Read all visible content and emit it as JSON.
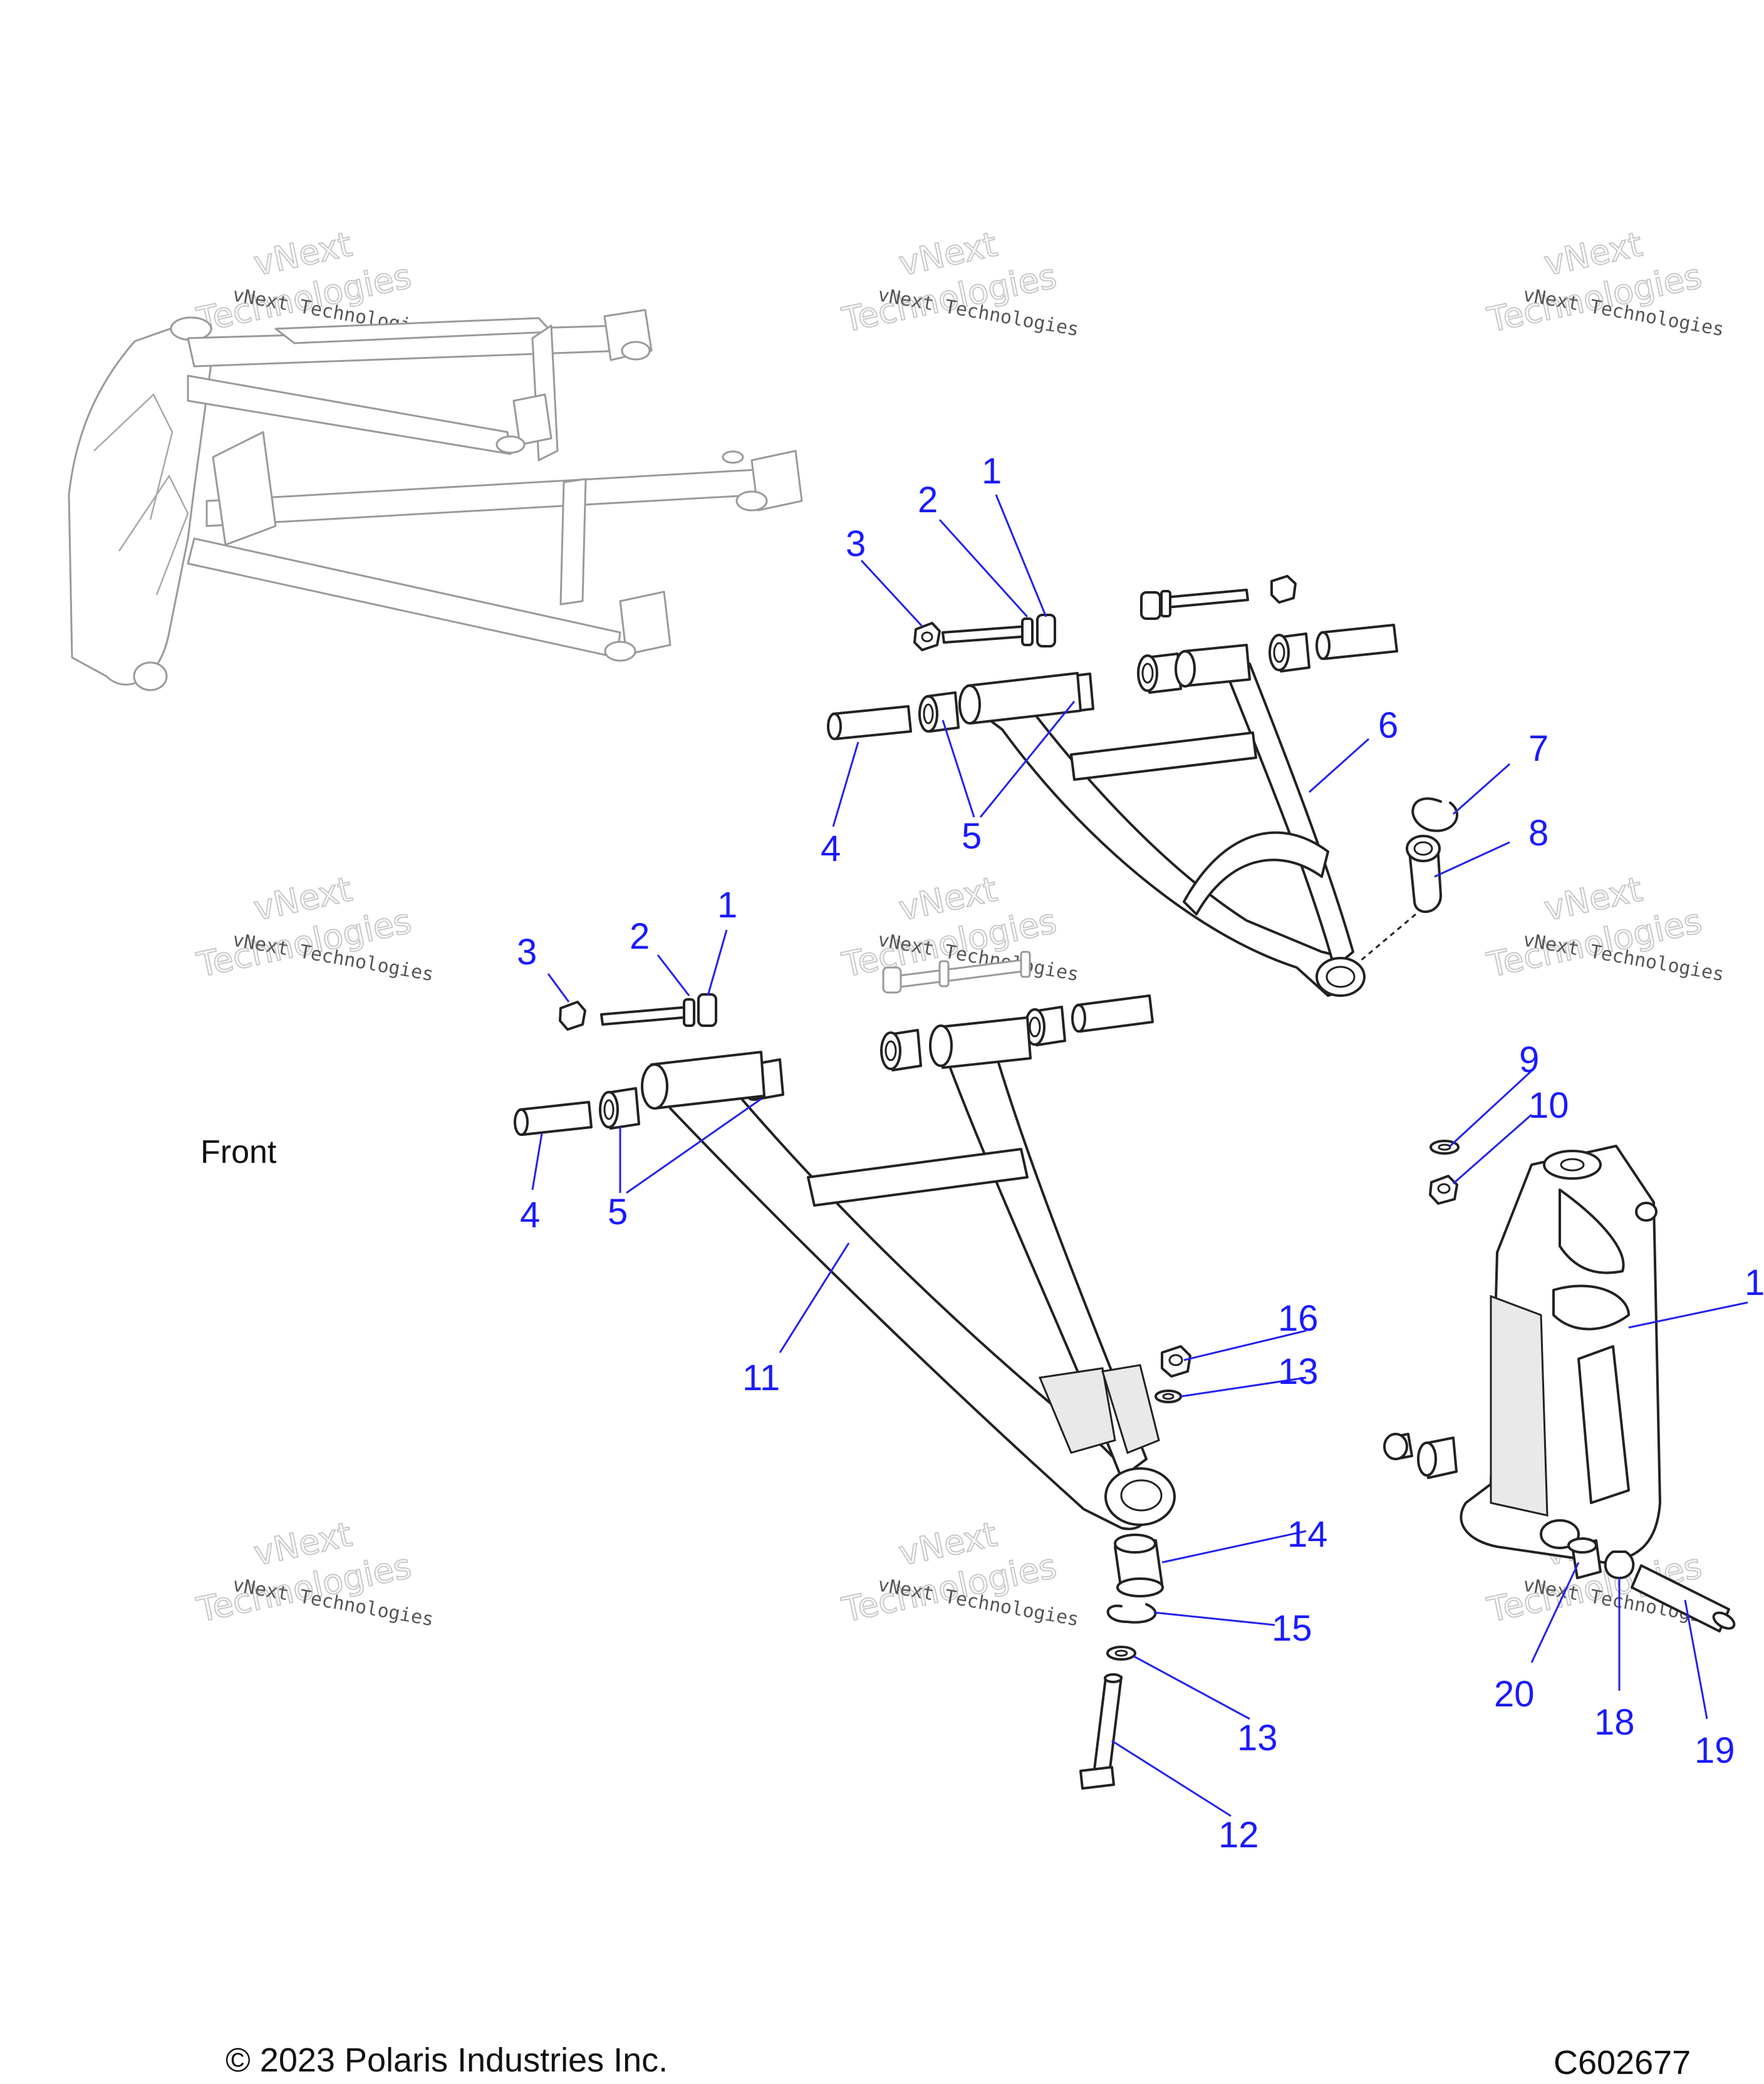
{
  "watermark": {
    "line1": "vNext Technologies",
    "line2": "vNext",
    "line3": "Technologies"
  },
  "labels": {
    "front": "Front",
    "copyright": "© 2023 Polaris Industries Inc.",
    "diagram_id": "C602677"
  },
  "callouts": {
    "upper": {
      "c1": "1",
      "c2": "2",
      "c3": "3",
      "c4": "4",
      "c5": "5",
      "c6": "6",
      "c7": "7",
      "c8": "8"
    },
    "lower": {
      "c1": "1",
      "c2": "2",
      "c3": "3",
      "c4": "4",
      "c5": "5",
      "c11": "11",
      "c12": "12",
      "c13a": "13",
      "c13b": "13",
      "c14": "14",
      "c15": "15",
      "c16": "16"
    },
    "knuckle": {
      "c9": "9",
      "c10": "10",
      "c17": "1",
      "c18": "18",
      "c19": "19",
      "c20": "20"
    }
  }
}
